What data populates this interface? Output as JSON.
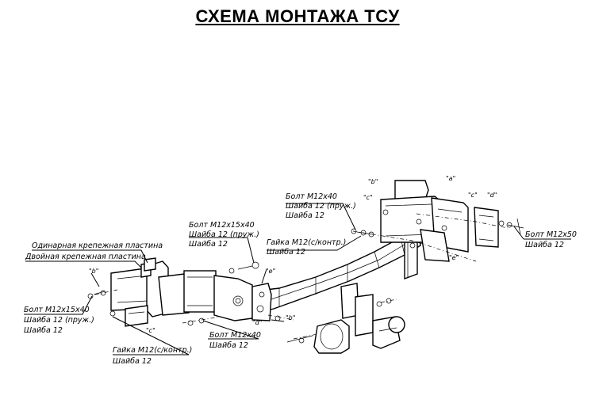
{
  "title": "СХЕМА МОНТАЖА ТСУ",
  "labels": {
    "center_bolt": [
      "Болт М12х40",
      "Шайба 12 (пруж.)",
      "Шайба 12"
    ],
    "center_nut": [
      "Гайка М12(с/контр.)",
      "Шайба 12"
    ],
    "right_bolt": [
      "Болт М12х50",
      "Шайба 12"
    ],
    "left_upper_bolt": [
      "Болт М12х15х40",
      "Шайба 12 (пруж.)",
      "Шайба 12"
    ],
    "plates": [
      "Одинарная крепежная пластина",
      "Двойная крепежная пластина"
    ],
    "left_bolt": [
      "Болт М12х15х40",
      "Шайба 12 (пруж.)",
      "Шайба 12"
    ],
    "lower_bolt": [
      "Болт М12х40",
      "Шайба 12"
    ],
    "left_nut": [
      "Гайка М12(с/контр.)",
      "Шайба 12"
    ]
  },
  "markers": {
    "a": "\"а\"",
    "b": "\"b\"",
    "c": "\"c\"",
    "d": "\"d\"",
    "e": "\"e\""
  }
}
